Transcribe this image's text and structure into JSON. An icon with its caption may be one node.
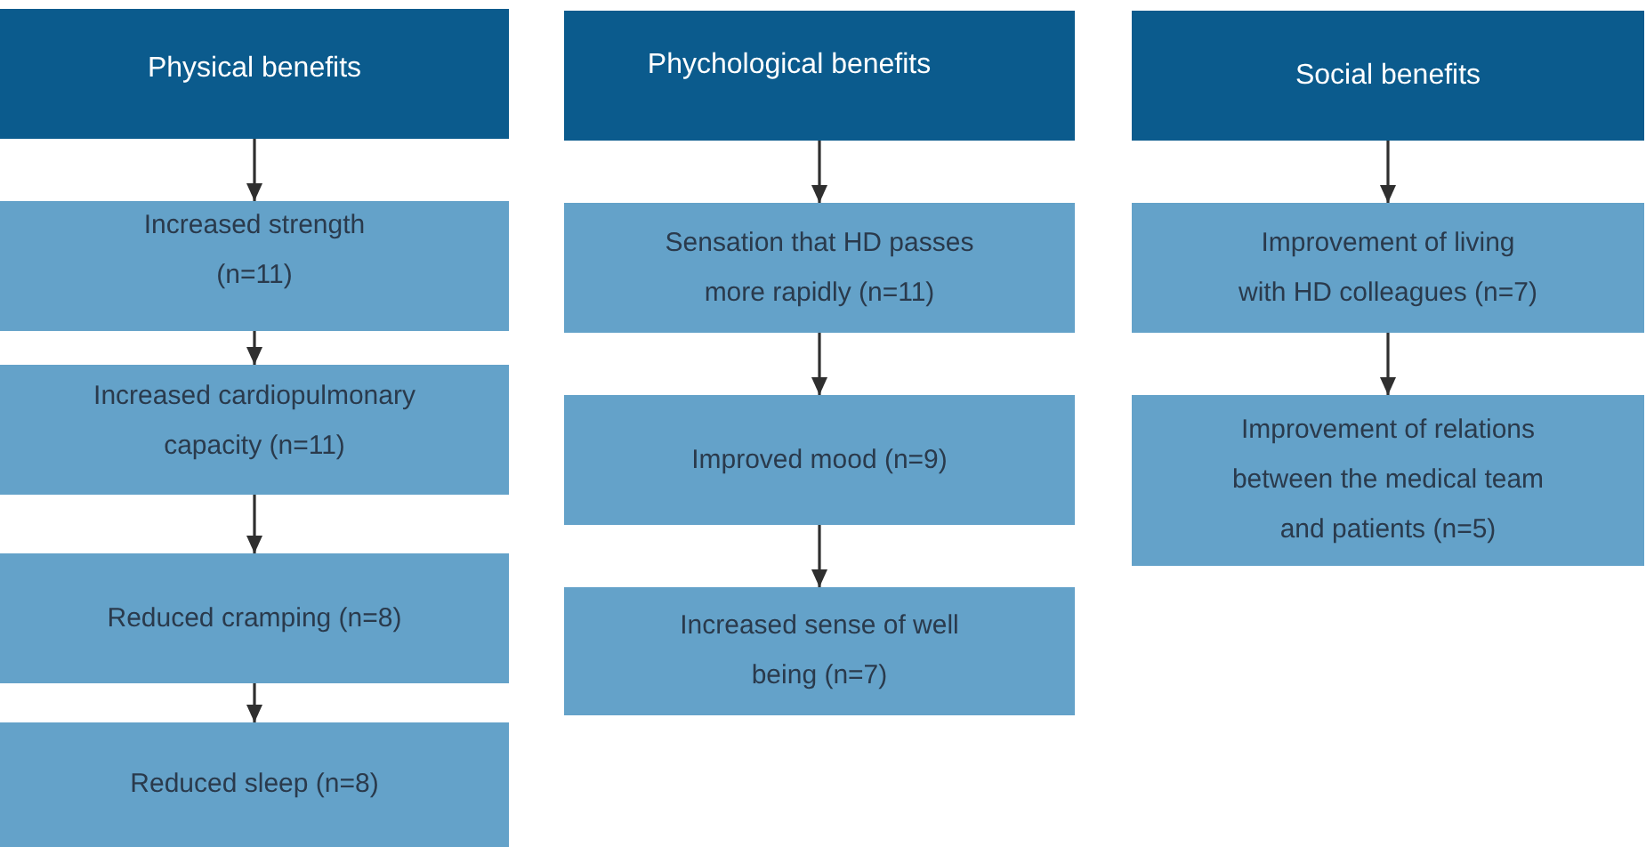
{
  "diagram": {
    "nodes": [
      {
        "text": [
          "Physical benefits"
        ]
      },
      {
        "text": [
          "Increased strength (n=11)"
        ]
      },
      {
        "text": [
          "Increased cardiopulmonary capacity (n=11)"
        ]
      },
      {
        "text": [
          "Reduced cramping (n=8)"
        ]
      },
      {
        "text": [
          "Reduced sleep (n=8)"
        ]
      },
      {
        "text": [
          "Phychological benefits"
        ]
      },
      {
        "text": [
          "Sensation that HD passes more rapidly (n=11)"
        ]
      },
      {
        "text": [
          "Improved mood (n=9)"
        ]
      },
      {
        "text": [
          "Increased sense of well being (n=7)"
        ]
      },
      {
        "text": [
          "Social benefits"
        ]
      },
      {
        "text": [
          "Improvement of living with HD colleagues (n=7)"
        ]
      },
      {
        "text": [
          "Improvement of relations between the medical team and patients (n=5)"
        ]
      }
    ],
    "edges": [
      {
        "from": 0,
        "to": 1,
        "arrow": "to"
      },
      {
        "from": 1,
        "to": 2,
        "arrow": "to"
      },
      {
        "from": 2,
        "to": 3,
        "arrow": "to"
      },
      {
        "from": 3,
        "to": 4,
        "arrow": "to"
      },
      {
        "from": 5,
        "to": 6,
        "arrow": "to"
      },
      {
        "from": 6,
        "to": 7,
        "arrow": "to"
      },
      {
        "from": 7,
        "to": 8,
        "arrow": "to"
      },
      {
        "from": 9,
        "to": 10,
        "arrow": "to"
      },
      {
        "from": 10,
        "to": 11,
        "arrow": "to"
      }
    ]
  }
}
